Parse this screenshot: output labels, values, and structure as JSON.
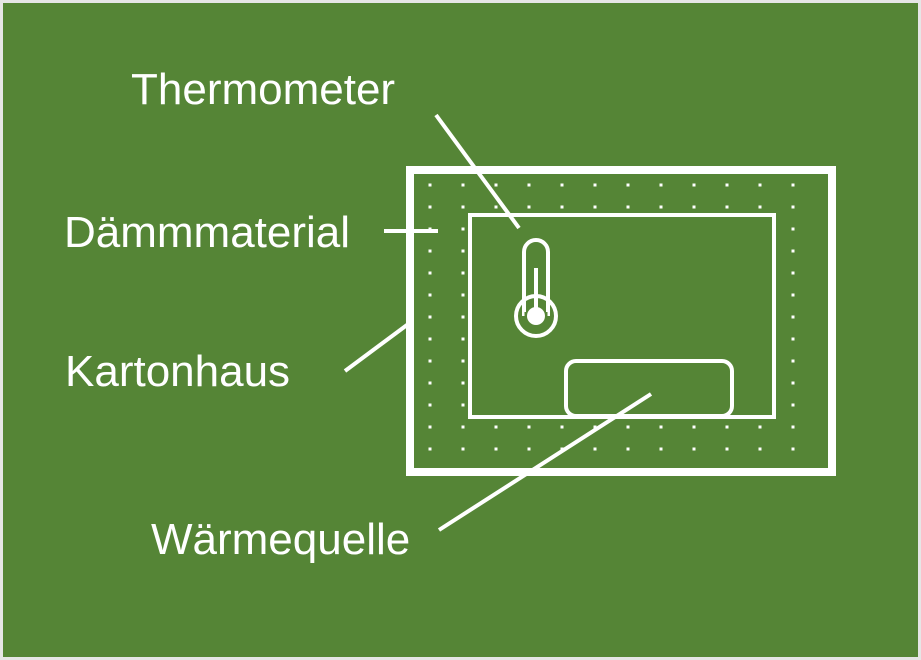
{
  "diagram": {
    "labels": {
      "thermometer": "Thermometer",
      "insulation": "Dämmmaterial",
      "cardboard_house": "Kartonhaus",
      "heat_source": "Wärmequelle"
    },
    "colors": {
      "background": "#558536",
      "border": "#e6e6e6",
      "lines": "#ffffff"
    }
  }
}
